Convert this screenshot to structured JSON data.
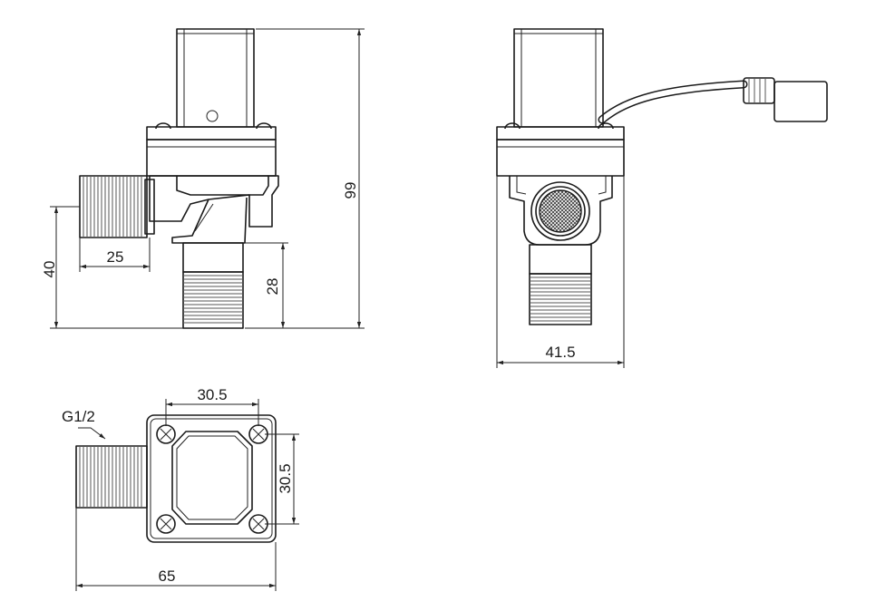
{
  "dimensions": {
    "height_total": "99",
    "offset_height": "40",
    "side_thread_length": "25",
    "bottom_thread_length": "28",
    "front_width": "41.5",
    "flange_width": "30.5",
    "flange_height": "30.5",
    "total_length": "65"
  },
  "thread_label": "G1/2"
}
